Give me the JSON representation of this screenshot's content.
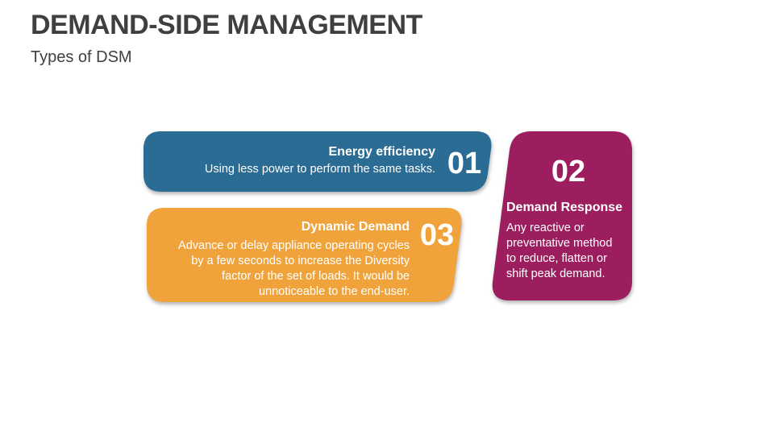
{
  "slide": {
    "title": "DEMAND-SIDE MANAGEMENT",
    "subtitle": "Types of DSM"
  },
  "cards": [
    {
      "number": "01",
      "title": "Energy efficiency",
      "body": "Using less power to perform the same tasks.",
      "color": "#2B6C94"
    },
    {
      "number": "02",
      "title": "Demand Response",
      "body": "Any reactive or preventative method to reduce, flatten or shift peak demand.",
      "color": "#9C1E5E"
    },
    {
      "number": "03",
      "title": "Dynamic Demand",
      "body": "Advance or delay appliance operating cycles by a few seconds to increase the Diversity factor of the set of loads. It would be unnoticeable to the end-user.",
      "color": "#F0A33B"
    }
  ],
  "colors": {
    "title_text": "#3F3F3F",
    "card_text": "#FFFFFF",
    "background": "#FFFFFF"
  }
}
